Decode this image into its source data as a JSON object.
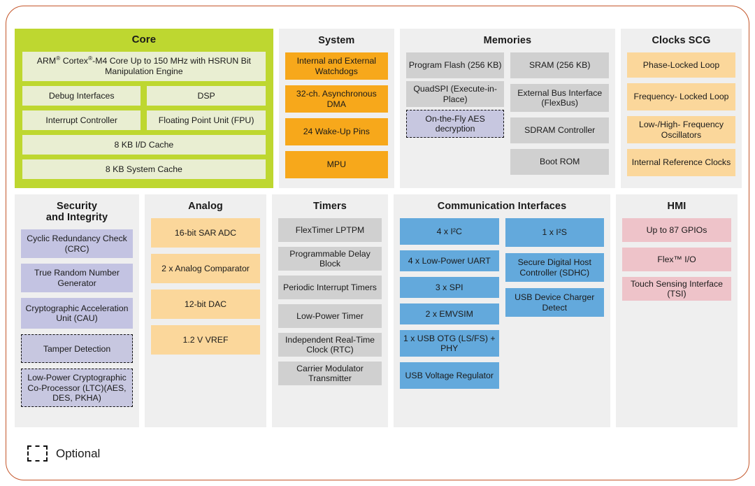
{
  "diagram": {
    "legend": {
      "label": "Optional",
      "swatch_style": "dashed-box"
    },
    "colors": {
      "frame_border": "#c4562a",
      "panel_bg": "#efefef",
      "core_panel": "#bed730",
      "core_block": "#e9eed2",
      "system_block": "#f7a81b",
      "memories_block": "#d0d0d0",
      "clocks_block": "#fbd79b",
      "security_block": "#c3c3e2",
      "analog_block": "#fbd79b",
      "timers_block": "#d0d0d0",
      "communication_block": "#63a9dc",
      "hmi_block": "#eec3c9",
      "dashed_border": "#111111"
    },
    "panels": {
      "core": {
        "title": "Core",
        "blocks": {
          "cpu": "ARM® Cortex®-M4 Core Up to 150 MHz with HSRUN Bit Manipulation Engine",
          "debug": "Debug Interfaces",
          "dsp": "DSP",
          "interrupt": "Interrupt Controller",
          "fpu": "Floating Point Unit (FPU)",
          "id_cache": "8 KB I/D Cache",
          "system_cache": "8 KB System Cache"
        }
      },
      "system": {
        "title": "System",
        "blocks": [
          "Internal and External Watchdogs",
          "32-ch. Asynchronous DMA",
          "24 Wake-Up Pins",
          "MPU"
        ]
      },
      "memories": {
        "title": "Memories",
        "left": [
          {
            "label": "Program Flash (256 KB)",
            "optional": false
          },
          {
            "label": "QuadSPI (Execute-in-Place)",
            "optional": false
          },
          {
            "label": "On-the-Fly AES decryption",
            "optional": true
          }
        ],
        "right": [
          {
            "label": "SRAM (256 KB)",
            "optional": false
          },
          {
            "label": "External Bus Interface (FlexBus)",
            "optional": false
          },
          {
            "label": "SDRAM Controller",
            "optional": false
          },
          {
            "label": "Boot ROM",
            "optional": false
          }
        ]
      },
      "clocks": {
        "title": "Clocks SCG",
        "blocks": [
          "Phase-Locked Loop",
          "Frequency- Locked Loop",
          "Low-/High- Frequency Oscillators",
          "Internal Reference Clocks"
        ]
      },
      "security": {
        "title": "Security and Integrity",
        "blocks": [
          {
            "label": "Cyclic Redundancy Check (CRC)",
            "optional": false
          },
          {
            "label": "True Random Number Generator",
            "optional": false
          },
          {
            "label": "Cryptographic Acceleration Unit (CAU)",
            "optional": false
          },
          {
            "label": "Tamper Detection",
            "optional": true
          },
          {
            "label": "Low-Power Cryptographic Co-Processor (LTC)(AES, DES, PKHA)",
            "optional": true
          }
        ]
      },
      "analog": {
        "title": "Analog",
        "blocks": [
          "16-bit SAR ADC",
          "2 x Analog Comparator",
          "12-bit DAC",
          "1.2 V VREF"
        ]
      },
      "timers": {
        "title": "Timers",
        "blocks": [
          "FlexTimer LPTPM",
          "Programmable Delay Block",
          "Periodic Interrupt Timers",
          "Low-Power Timer",
          "Independent Real-Time Clock (RTC)",
          "Carrier Modulator Transmitter"
        ]
      },
      "communication": {
        "title": "Communication  Interfaces",
        "left": [
          "4 x I²C",
          "4 x Low-Power UART",
          "3 x SPI",
          "2 x EMVSIM",
          "1 x USB OTG (LS/FS) + PHY",
          "USB Voltage Regulator"
        ],
        "right": [
          "1 x I²S",
          "Secure Digital Host Controller (SDHC)",
          "USB Device Charger Detect"
        ]
      },
      "hmi": {
        "title": "HMI",
        "blocks": [
          "Up to 87 GPIOs",
          "Flex™ I/O",
          "Touch Sensing Interface (TSI)"
        ]
      }
    }
  }
}
